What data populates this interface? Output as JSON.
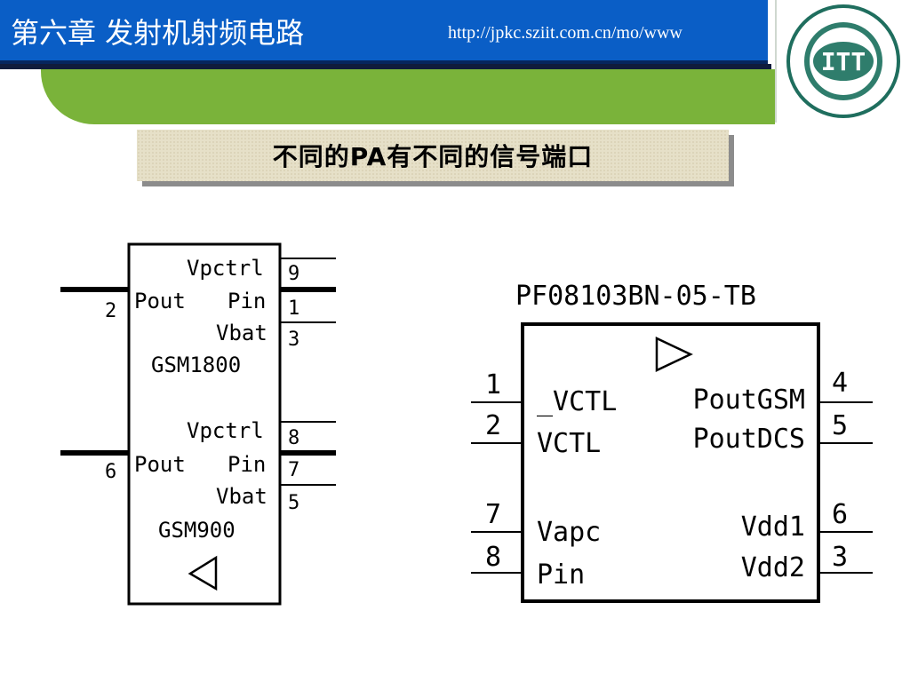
{
  "header": {
    "chapter_title": "第六章  发射机射频电路",
    "url": "http://jpkc.sziit.com.cn/mo/www"
  },
  "logo": {
    "text": "ITT"
  },
  "slide": {
    "heading": "不同的PA有不同的信号端口"
  },
  "left_chip": {
    "sections": [
      {
        "name": "GSM1800",
        "left_pin": {
          "number": "2",
          "label": "Pout"
        },
        "right_pins": [
          {
            "number": "9",
            "label": "Vpctrl"
          },
          {
            "number": "1",
            "label": "Pin"
          },
          {
            "number": "3",
            "label": "Vbat"
          }
        ]
      },
      {
        "name": "GSM900",
        "left_pin": {
          "number": "6",
          "label": "Pout"
        },
        "right_pins": [
          {
            "number": "8",
            "label": "Vpctrl"
          },
          {
            "number": "7",
            "label": "Pin"
          },
          {
            "number": "5",
            "label": "Vbat"
          }
        ]
      }
    ]
  },
  "right_chip": {
    "part_number": "PF08103BN-05-TB",
    "left_pins": [
      {
        "number": "1",
        "label": "_VCTL"
      },
      {
        "number": "2",
        "label": "VCTL"
      },
      {
        "number": "7",
        "label": "Vapc"
      },
      {
        "number": "8",
        "label": "Pin"
      }
    ],
    "right_pins": [
      {
        "number": "4",
        "label": "PoutGSM"
      },
      {
        "number": "5",
        "label": "PoutDCS"
      },
      {
        "number": "6",
        "label": "Vdd1"
      },
      {
        "number": "3",
        "label": "Vdd2"
      }
    ]
  }
}
